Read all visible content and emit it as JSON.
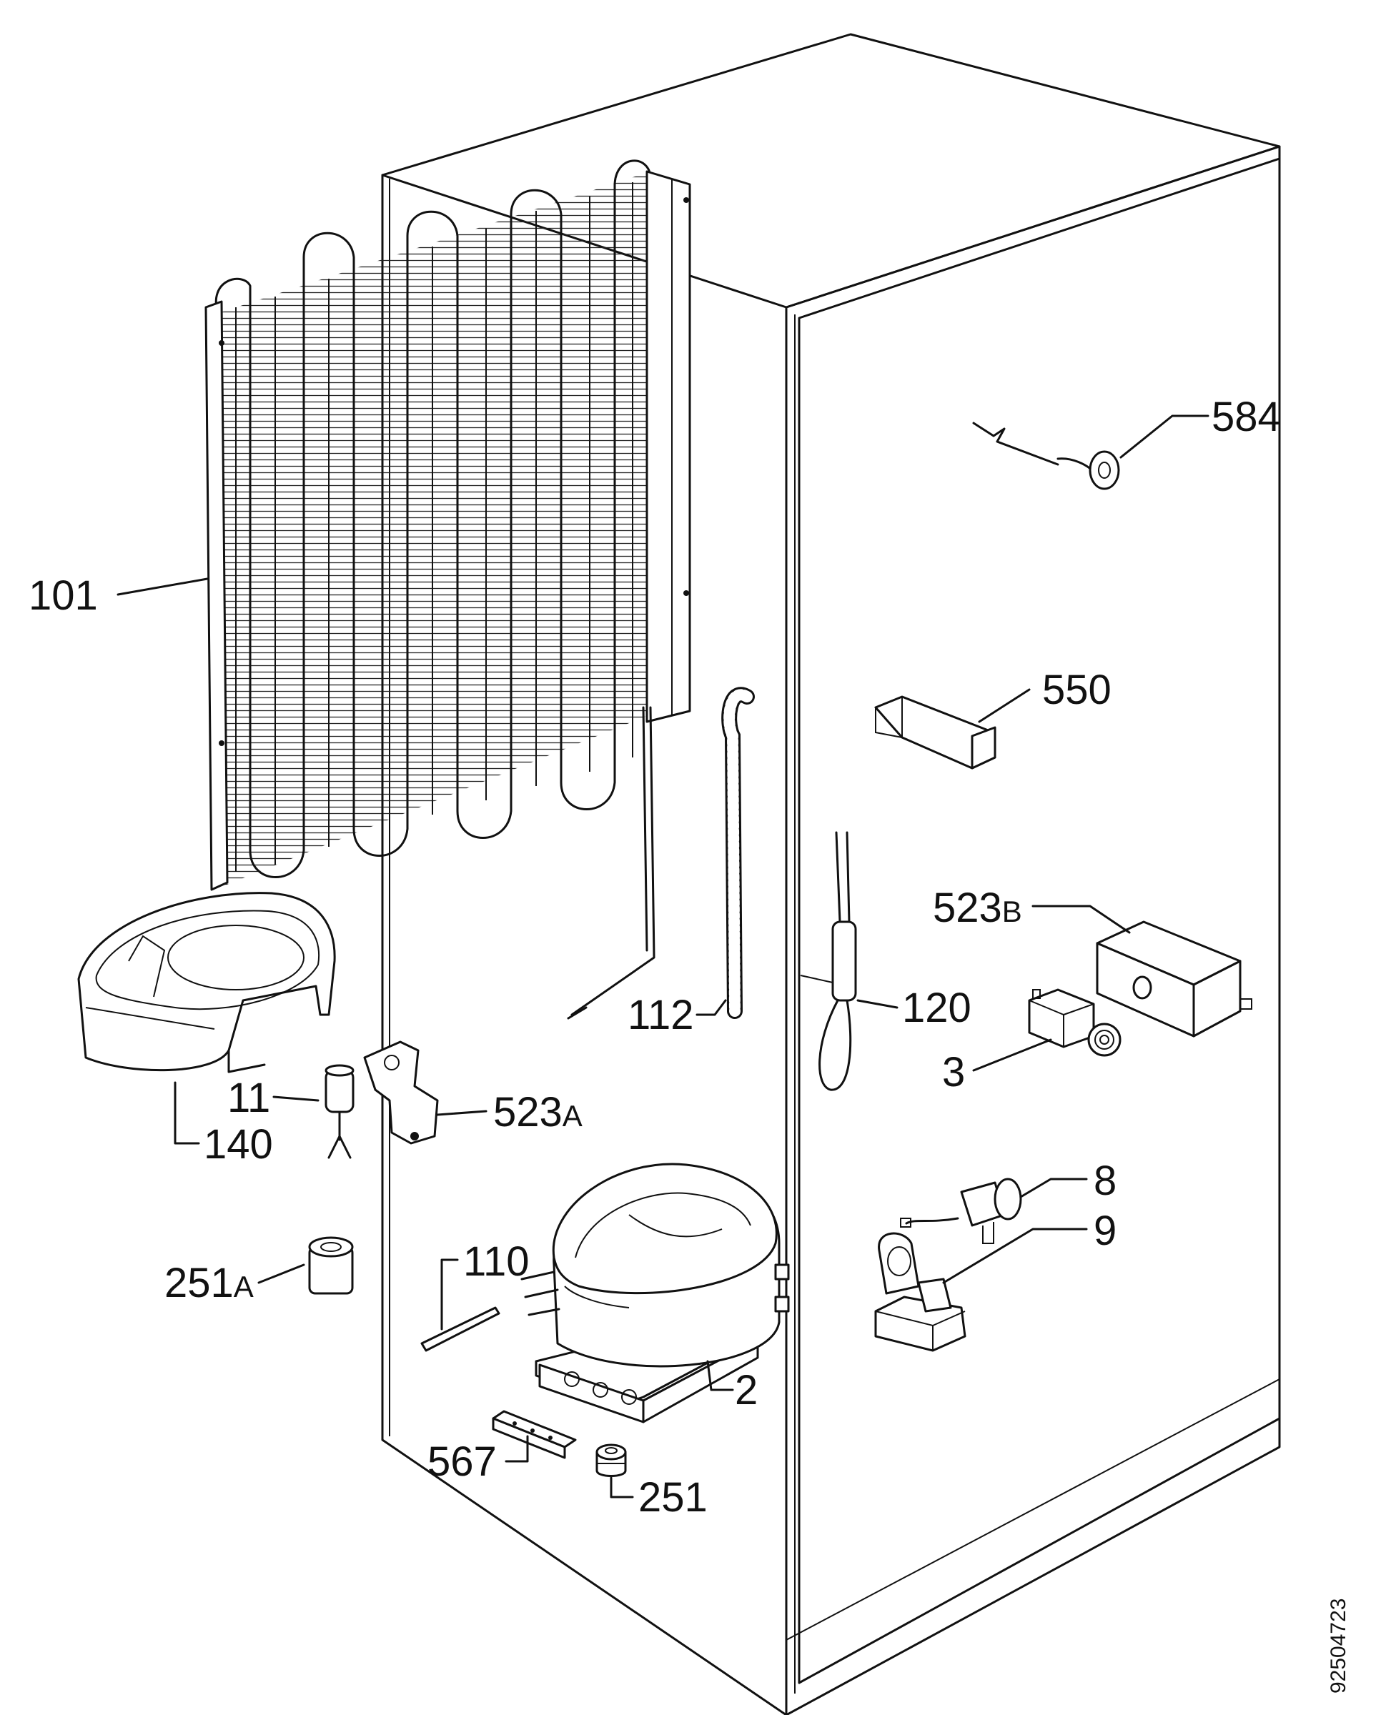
{
  "labels": {
    "p101": "101",
    "p584": "584",
    "p550": "550",
    "p523b_num": "523",
    "p523b_suf": "B",
    "p112": "112",
    "p120": "120",
    "p3": "3",
    "p11": "11",
    "p523a_num": "523",
    "p523a_suf": "A",
    "p140": "140",
    "p8": "8",
    "p9": "9",
    "p110": "110",
    "p251a_num": "251",
    "p251a_suf": "A",
    "p2": "2",
    "p567": "567",
    "p251": "251"
  },
  "drawing_code": "92504723"
}
